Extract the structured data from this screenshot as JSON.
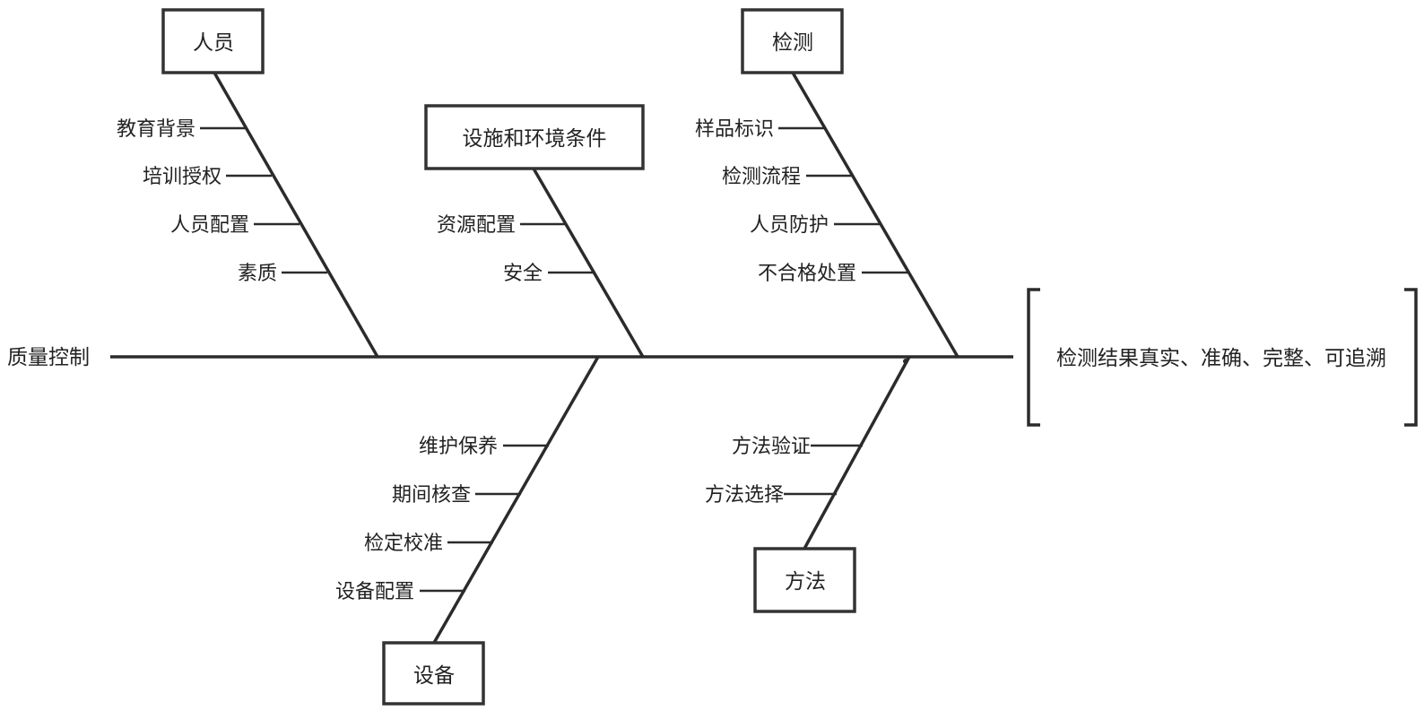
{
  "diagram": {
    "type": "fishbone",
    "tail_label": "质量控制",
    "effect_label": "检测结果真实、准确、完整、可追溯",
    "categories": [
      {
        "id": "personnel",
        "name": "人员",
        "causes": [
          "教育背景",
          "培训授权",
          "人员配置",
          "素质"
        ]
      },
      {
        "id": "facility",
        "name": "设施和环境条件",
        "causes": [
          "资源配置",
          "安全"
        ]
      },
      {
        "id": "testing",
        "name": "检测",
        "causes": [
          "样品标识",
          "检测流程",
          "人员防护",
          "不合格处置"
        ]
      },
      {
        "id": "equipment",
        "name": "设备",
        "causes": [
          "维护保养",
          "期间核查",
          "检定校准",
          "设备配置"
        ]
      },
      {
        "id": "method",
        "name": "方法",
        "causes": [
          "方法验证",
          "方法选择"
        ]
      }
    ]
  },
  "colors": {
    "line": "#2b2b2b",
    "text": "#222222",
    "background": "#ffffff"
  }
}
